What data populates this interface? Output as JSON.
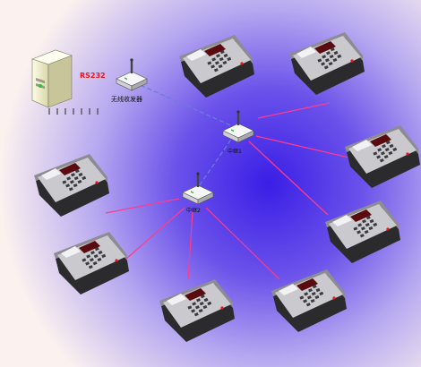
{
  "labels": {
    "interface": "RS232",
    "hub": "无线收发器",
    "relay_1": "中继1",
    "relay_2": "中继2"
  },
  "icons": {
    "server": "server-tower-icon",
    "wireless_device": "wireless-router-icon",
    "terminal": "pos-terminal-icon"
  },
  "colors": {
    "interface_label": "#e8161a",
    "link_wireless": "#ff3c8c",
    "link_dashed": "#6a7fd6",
    "background_core": "#3a1ee6",
    "background_edge": "#fbf1ef"
  }
}
